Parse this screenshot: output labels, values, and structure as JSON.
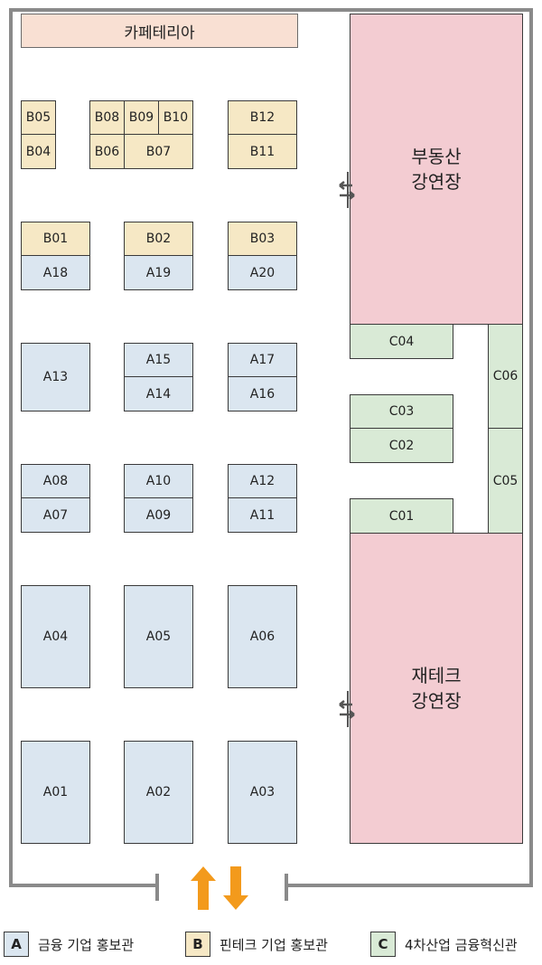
{
  "cafeteria": "카페테리아",
  "halls": {
    "realestate": [
      "부동산",
      "강연장"
    ],
    "finance": [
      "재테크",
      "강연장"
    ]
  },
  "booths_a": {
    "A01": "A01",
    "A02": "A02",
    "A03": "A03",
    "A04": "A04",
    "A05": "A05",
    "A06": "A06",
    "A07": "A07",
    "A08": "A08",
    "A09": "A09",
    "A10": "A10",
    "A11": "A11",
    "A12": "A12",
    "A13": "A13",
    "A14": "A14",
    "A15": "A15",
    "A16": "A16",
    "A17": "A17",
    "A18": "A18",
    "A19": "A19",
    "A20": "A20"
  },
  "booths_b": {
    "B01": "B01",
    "B02": "B02",
    "B03": "B03",
    "B04": "B04",
    "B05": "B05",
    "B06": "B06",
    "B07": "B07",
    "B08": "B08",
    "B09": "B09",
    "B10": "B10",
    "B11": "B11",
    "B12": "B12"
  },
  "booths_c": {
    "C01": "C01",
    "C02": "C02",
    "C03": "C03",
    "C04": "C04",
    "C05": "C05",
    "C06": "C06"
  },
  "legend": [
    {
      "key": "A",
      "label": "금융 기업 홍보관",
      "color": "#dbe6f0"
    },
    {
      "key": "B",
      "label": "핀테크 기업 홍보관",
      "color": "#f6e8c5"
    },
    {
      "key": "C",
      "label": "4차산업 금융혁신관",
      "color": "#d9ead6"
    }
  ],
  "colors": {
    "finance_booth": "#dbe6f0",
    "fintech_booth": "#f6e8c5",
    "innovation_booth": "#d9ead6",
    "lecture_hall": "#f3ccd2",
    "cafeteria": "#f9e0d3",
    "entrance_arrow": "#f39a1c",
    "wall": "#8a8a8a"
  },
  "icons": {
    "entrance": "entrance-arrows-icon",
    "hall_door": "door-arrows-icon"
  }
}
